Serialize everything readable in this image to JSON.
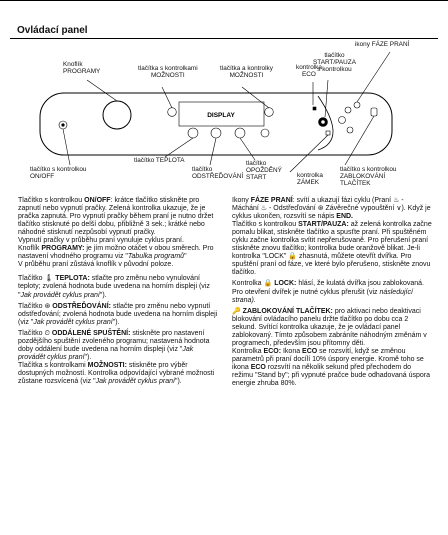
{
  "page": {
    "title": "Ovládací panel"
  },
  "labels": {
    "phase_icons": "ikony FÁZE PRANÍ",
    "knob": [
      "Knoflík",
      "PROGRAMY"
    ],
    "btn_led_options": [
      "tlačítka s kontrolkami",
      "MOŽNOSTI"
    ],
    "btn_options": [
      "tlačítka a kontrolky",
      "MOŽNOSTI"
    ],
    "eco": [
      "kontrolka",
      "ECO"
    ],
    "start": [
      "tlačítko",
      "START/PAUZA",
      "s kontrolkou"
    ],
    "onoff": [
      "tlačítko s kontrolkou",
      "ON/OFF"
    ],
    "temp": "tlačítko TEPLOTA",
    "spin": [
      "tlačítko",
      "ODSTŘEĎOVÁNÍ"
    ],
    "delay": [
      "tlačítko",
      "OPOŽDĚNÝ",
      "START"
    ],
    "lock": [
      "kontrolka",
      "ZÁMEK"
    ],
    "keylock": [
      "tlačítko s kontrolkou",
      "ZABLOKOVÁNÍ",
      "TLAČÍTEK"
    ],
    "display": "DISPLAY"
  },
  "left_col": {
    "p1a": "Tlačítko s kontrolkou ",
    "p1b": "ON/OFF",
    "p1c": ": krátce tlačítko stiskněte pro zapnutí nebo vypnutí pračky. Zelená kontrolka ukazuje, že je pračka zapnutá. Pro vypnutí pračky během praní je nutno držet tlačítko stisknuté po delší dobu, přibližně 3 sek.; krátké nebo náhodné stisknutí nezpůsobí vypnutí pračky.",
    "p1d": "Vypnutí pračky v průběhu praní vynuluje cyklus praní.",
    "p2a": "Knoflík ",
    "p2b": "PROGRAMY:",
    "p2c": " je jím možno otáčet v obou směrech. Pro nastavení vhodného programu viz \"",
    "p2d": "Tabulka programů",
    "p2e": "\"",
    "p2f": "V průběhu praní zůstává knoflík v původní poloze.",
    "p3a": "Tlačítko ",
    "p3b": "TEPLOTA:",
    "p3c": " stlačte pro změnu nebo vynulování teploty; zvolená hodnota bude uvedena na horním displeji (viz \"",
    "p3d": "Jak provádět cyklus praní",
    "p3e": "\").",
    "p4a": "Tlačítko ",
    "p4b": "ODSTŘEĎOVÁNÍ:",
    "p4c": " stlačte pro změnu nebo vypnutí odstřeďování; zvolená hodnota bude uvedena na horním displeji (viz \"",
    "p4d": "Jak provádět cyklus praní",
    "p4e": "\").",
    "p5a": "Tlačítko ",
    "p5b": "ODDÁLENÉ SPUŠTĚNÍ:",
    "p5c": " stiskněte pro nastavení pozdějšího spuštění zvoleného programu; nastavená hodnota doby oddálení bude uvedena na horním displeji (viz \"",
    "p5d": "Jak provádět cyklus praní",
    "p5e": "\").",
    "p6a": "Tlačítka s kontrolkami ",
    "p6b": "MOŽNOSTI:",
    "p6c": " stiskněte pro výběr dostupných možností. Kontrolka odpovídající vybrané možnosti zůstane rozsvícená (viz \"",
    "p6d": "Jak provádět cyklus praní",
    "p6e": "\")."
  },
  "right_col": {
    "p1a": "Ikony ",
    "p1b": "FÁZE PRANÍ",
    "p1c": ": svítí a ukazují fázi cyklu (Praní ",
    "p1d": " - Máchání ",
    "p1e": " - Odstřeďování ",
    "p1f": " Závěrečné vypouštění ",
    "p1g": "). Když je cyklus ukončen, rozsvítí se nápis ",
    "p1h": "END.",
    "p2a": "Tlačítko s kontrolkou ",
    "p2b": "START/PAUZA:",
    "p2c": " až zelená kontrolka začne pomalu blikat, stiskněte tlačítko a spusťte praní. Při spuštěném cyklu začne kontrolka svítit nepřerušovaně. Pro přerušení praní stiskněte znovu tlačítko; kontrolka bude oranžově blikat. Je-li kontrolka \"LOCK\" ",
    "p2d": " zhasnutá, můžete otevřít dvířka. Pro spuštění praní od fáze, ve které bylo přerušeno, stiskněte znovu tlačítko.",
    "p3a": "Kontrolka ",
    "p3b": "LOCK:",
    "p3c": " hlásí, že kulatá dvířka jsou zablokovaná. Pro otevření dvířek je nutné cyklus přerušit (viz ",
    "p3d": "následující strana).",
    "p4a": "ZABLOKOVÁNÍ TLAČÍTEK:",
    "p4b": " pro aktivaci nebo deaktivaci blokování ovládacího panelu držte tlačítko po dobu cca 2 sekund. Svítící kontrolka ukazuje, že je ovládací panel zablokovaný. Tímto způsobem zabráníte náhodným změnám v programech, především jsou přítomny děti.",
    "p5a": "Kontrolka ",
    "p5b": "ECO:",
    "p5c": " Ikona ",
    "p5d": "ECO",
    "p5e": " se rozsvítí, když se změnou parametrů při praní docílí 10% úspory energie. Kromě toho se ikona ",
    "p5f": "ECO",
    "p5g": " rozsvítí na několik sekund před přechodem do režimu \"Stand by\"; při vypnuté pračce bude odhadovaná úspora energie zhruba 80%."
  }
}
